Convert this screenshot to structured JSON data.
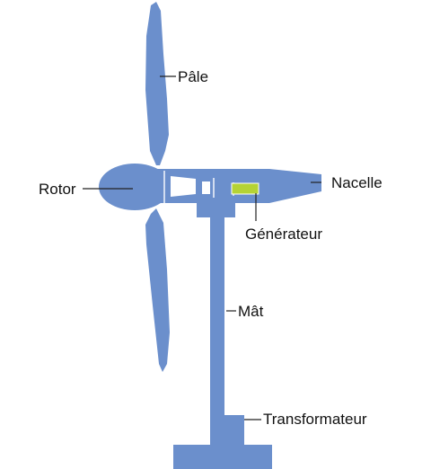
{
  "labels": {
    "pale": "Pâle",
    "rotor": "Rotor",
    "nacelle": "Nacelle",
    "generateur": "Générateur",
    "mat": "Mât",
    "transformateur": "Transformateur"
  },
  "colors": {
    "turbine": "#6b8fcc",
    "generator": "#b5d334",
    "outline_white": "#ffffff",
    "text": "#111111"
  }
}
